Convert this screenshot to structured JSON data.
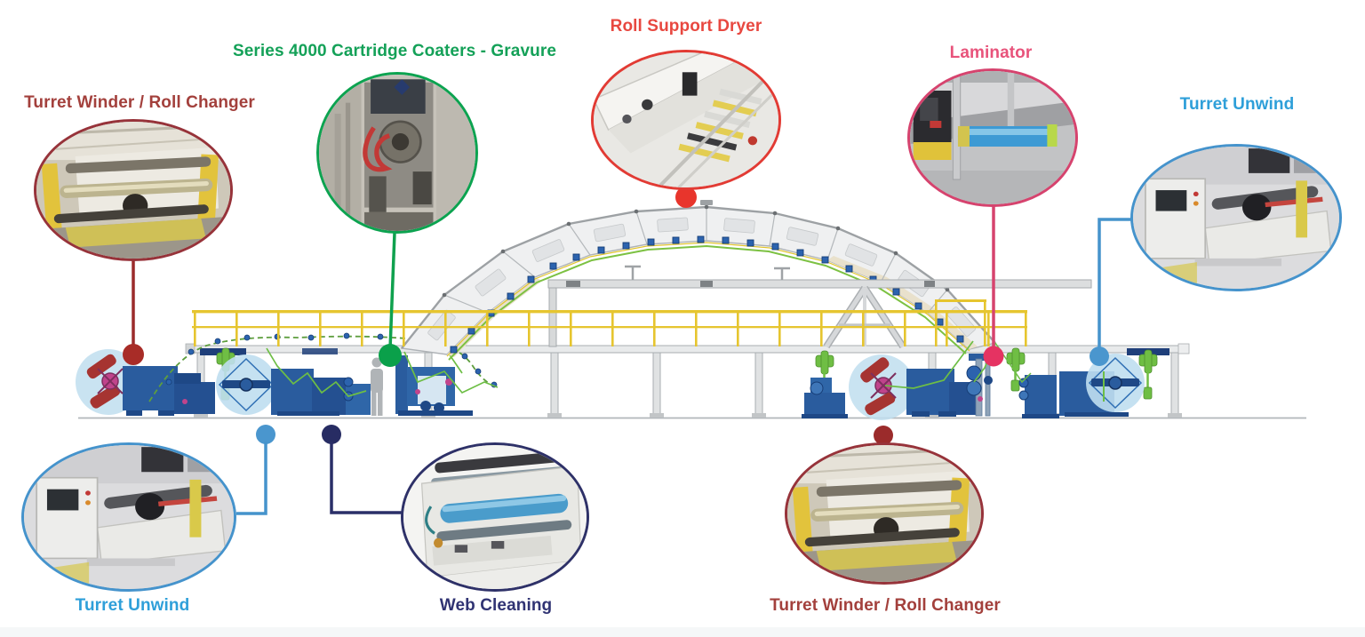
{
  "diagram": {
    "callouts": [
      {
        "id": "turret-winder-top-left",
        "label": "Turret Winder / Roll Changer",
        "color": "#A3403C"
      },
      {
        "id": "cartridge-coaters",
        "label": "Series 4000 Cartridge Coaters - Gravure",
        "color": "#14A158"
      },
      {
        "id": "roll-support-dryer",
        "label": "Roll Support Dryer",
        "color": "#E84840"
      },
      {
        "id": "laminator",
        "label": "Laminator",
        "color": "#E8537B"
      },
      {
        "id": "turret-unwind-top-right",
        "label": "Turret Unwind",
        "color": "#2E9FD9"
      },
      {
        "id": "turret-unwind-bottom-left",
        "label": "Turret Unwind",
        "color": "#2E9FD9"
      },
      {
        "id": "web-cleaning",
        "label": "Web Cleaning",
        "color": "#303373"
      },
      {
        "id": "turret-winder-bottom-right",
        "label": "Turret Winder / Roll Changer",
        "color": "#A3403C"
      }
    ],
    "palette": {
      "machine_blue": "#2A5C9E",
      "machine_blue_dark": "#1E4886",
      "turret_circle_blue": "#BFDEEF",
      "web_green": "#6DBE45",
      "railing_yellow": "#E6C52F",
      "roll_red": "#A63431",
      "hub_magenta": "#C0448C",
      "structure_gray": "#D6D8DA",
      "floor_gray": "#B2B6BA",
      "connector_darkred": "#A82C27",
      "connector_green": "#0AA04A",
      "connector_red": "#E8352C",
      "connector_pink": "#E53362",
      "connector_blue": "#4A96CE",
      "connector_navy": "#272C63"
    }
  }
}
